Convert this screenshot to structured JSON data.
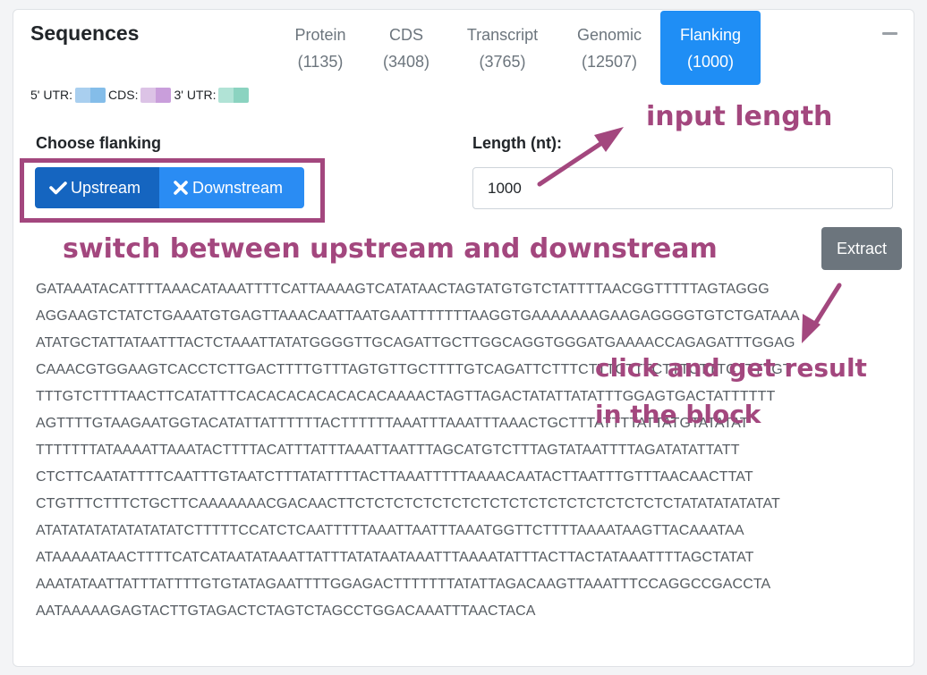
{
  "section_title": "Sequences",
  "tabs": [
    {
      "name": "Protein",
      "count": "(1135)",
      "active": false
    },
    {
      "name": "CDS",
      "count": "(3408)",
      "active": false
    },
    {
      "name": "Transcript",
      "count": "(3765)",
      "active": false
    },
    {
      "name": "Genomic",
      "count": "(12507)",
      "active": false
    },
    {
      "name": "Flanking",
      "count": "(1000)",
      "active": true
    }
  ],
  "legend": {
    "utr5_label": "5' UTR:",
    "cds_label": "CDS:",
    "utr3_label": "3' UTR:",
    "utr5_colors": [
      "#a9cfef",
      "#84bde9"
    ],
    "cds_colors": [
      "#dcc3e6",
      "#c99edb"
    ],
    "utr3_colors": [
      "#b1e3d6",
      "#8bd3c0"
    ]
  },
  "flanking": {
    "label": "Choose flanking",
    "upstream_label": "Upstream",
    "downstream_label": "Downstream",
    "selected": "Upstream"
  },
  "length": {
    "label": "Length (nt):",
    "value": "1000"
  },
  "extract_label": "Extract",
  "sequence_lines": [
    "GATAAATACATTTTAAACATAAATTTTCATTAAAAGTCATATAACTAGTATGTGTCTATTTTAACGGTTTTTAGTAGGG",
    "AGGAAGTCTATCTGAAATGTGAGTTAAACAATTAATGAATTTTTTTAAGGTGAAAAAAAGAAGAGGGGTGTCTGATAAA",
    "ATATGCTATTATAATTTACTCTAAATTATATGGGGTTGCAGATTGCTTGGCAGGTGGGATGAAAACCAGAGATTTGGAG",
    "CAAACGTGGAAGTCACCTCTTGACTTTTGTTTAGTGTTGCTTTTGTCAGATTCTTTCTTTCTTTCTTTCTTTCTTTTGT",
    "TTTGTCTTTTAACTTCATATTTCACACACACACACACAAAACTAGTTAGACTATATTATATTTGGAGTGACTATTTTTT",
    "AGTTTTGTAAGAATGGTACATATTATTTTTTACTTTTTTAAATTTAAATTTAAACTGCTTTATTTTATTATGTATATAT",
    "TTTTTTTATAAAATTAAATACTTTTACATTTATTTAAATTAATTTAGCATGTCTTTAGTATAATTTTAGATATATTATT",
    "CTCTTCAATATTTTCAATTTGTAATCTTTATATTTTACTTAAATTTTTAAAACAATACTTAATTTGTTTAACAACTTAT",
    "CTGTTTCTTTCTGCTTCAAAAAAACGACAACTTCTCTCTCTCTCTCTCTCTCTCTCTCTCTCTCTCTATATATATATAT",
    "ATATATATATATATATATCTTTTTCCATCTCAATTTTTAAATTAATTTAAATGGTTCTTTTAAAATAAGTTACAAATAA",
    "ATAAAAATAACTTTTCATCATAATATAAATTATTTATATAATAAATTTAAAATATTTACTTACTATAAATTTTAGCTATAT",
    "AAATATAATTATTTATTTTGTGTATAGAATTTTGGAGACTTTTTTTATATTAGACAAGTTAAATTTCCAGGCCGACCTA",
    "AATAAAAAGAGTACTTGTAGACTCTAGTCTAGCCTGGACAAATTTAACTACA"
  ],
  "annotations": {
    "input_length": "input length",
    "switch": "switch between upstream and downstream",
    "click_line1": "click and get result",
    "click_line2": "in the block",
    "color": "#a3477e"
  }
}
